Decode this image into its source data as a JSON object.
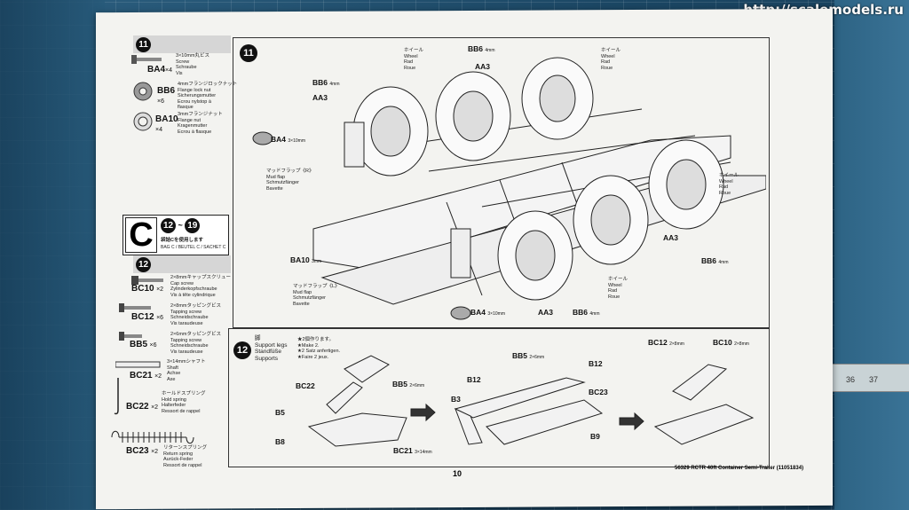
{
  "watermark": "http://scalemodels.ru",
  "ruler": {
    "marks": [
      "36",
      "37"
    ]
  },
  "page": {
    "number": "10",
    "footer": "56329  RCTR 40ft Container Semi-Trailer (11051834)"
  },
  "step11_parts": {
    "step": "11",
    "items": [
      {
        "code": "BA4",
        "qty": "×4",
        "jp": "3×10mm丸ビス",
        "text": [
          "Screw",
          "Schraube",
          "Vis"
        ]
      },
      {
        "code": "BB6",
        "qty": "×6",
        "jp": "4mmフランジロックナット",
        "text": [
          "Flange lock nut",
          "Sicherungsmutter",
          "Ecrou nylstop à",
          "flasque"
        ]
      },
      {
        "code": "BA10",
        "qty": "×4",
        "jp": "3mmフランジナット",
        "text": [
          "Flange nut",
          "Kragenmutter",
          "Ecrou à flasque"
        ]
      }
    ]
  },
  "bag_c": {
    "letter": "C",
    "range_from": "12",
    "range_tilde": "~",
    "range_to": "19",
    "jp": "袋詰Cを使用します",
    "text": "BAG C / BEUTEL C / SACHET C"
  },
  "step12_parts": {
    "step": "12",
    "items": [
      {
        "code": "BC10",
        "qty": "×2",
        "jp": "2×8mmキャップスクリュー",
        "text": [
          "Cap screw",
          "Zylinderkopfschraube",
          "Vis à tête cylindrique"
        ]
      },
      {
        "code": "BC12",
        "qty": "×6",
        "jp": "2×8mmタッピングビス",
        "text": [
          "Tapping screw",
          "Schneidschraube",
          "Vis taraudeuse"
        ]
      },
      {
        "code": "BB5",
        "qty": "×6",
        "jp": "2×6mmタッピングビス",
        "text": [
          "Tapping screw",
          "Schneidschraube",
          "Vis taraudeuse"
        ]
      },
      {
        "code": "BC21",
        "qty": "×2",
        "jp": "3×14mmシャフト",
        "text": [
          "Shaft",
          "Achse",
          "Axe"
        ]
      },
      {
        "code": "BC22",
        "qty": "×2",
        "jp": "ホールドスプリング",
        "text": [
          "Hold spring",
          "Halterfeder",
          "Ressort de rappel"
        ]
      },
      {
        "code": "BC23",
        "qty": "×2",
        "jp": "リターンスプリング",
        "text": [
          "Return spring",
          "Aurück-Feder",
          "Ressort de rappel"
        ]
      }
    ]
  },
  "diagram11": {
    "step": "11",
    "wheel_text": [
      "ホイール",
      "Wheel",
      "Rad",
      "Roue"
    ],
    "labels": {
      "bb6": "BB6",
      "aa3": "AA3",
      "ba4": "BA4",
      "ba10": "BA10",
      "mm4": "4mm",
      "mm3": "3mm",
      "mm3x10": "3×10mm"
    },
    "mudflap_r": [
      "マッドフラップ《R》",
      "Mud flap",
      "Schmutzfänger",
      "Bavette"
    ],
    "mudflap_l": [
      "マッドフラップ《L》",
      "Mud flap",
      "Schmutzfänger",
      "Bavette"
    ]
  },
  "diagram12": {
    "step": "12",
    "title": [
      "脚",
      "Support legs",
      "Standfüße",
      "Supports"
    ],
    "note": [
      "★2個作ります。",
      "★Make 2.",
      "★2 Satz anfertigen.",
      "★Faire 2 jeux."
    ],
    "labels": {
      "bc22": "BC22",
      "bb5": "BB5",
      "mm2x6": "2×6mm",
      "b5": "B5",
      "b8": "B8",
      "bc21": "BC21",
      "mm3x14": "3×14mm",
      "b12": "B12",
      "b3": "B3",
      "bc23": "BC23",
      "b9": "B9",
      "bc12": "BC12",
      "mm2x8": "2×8mm",
      "bc10": "BC10"
    }
  }
}
